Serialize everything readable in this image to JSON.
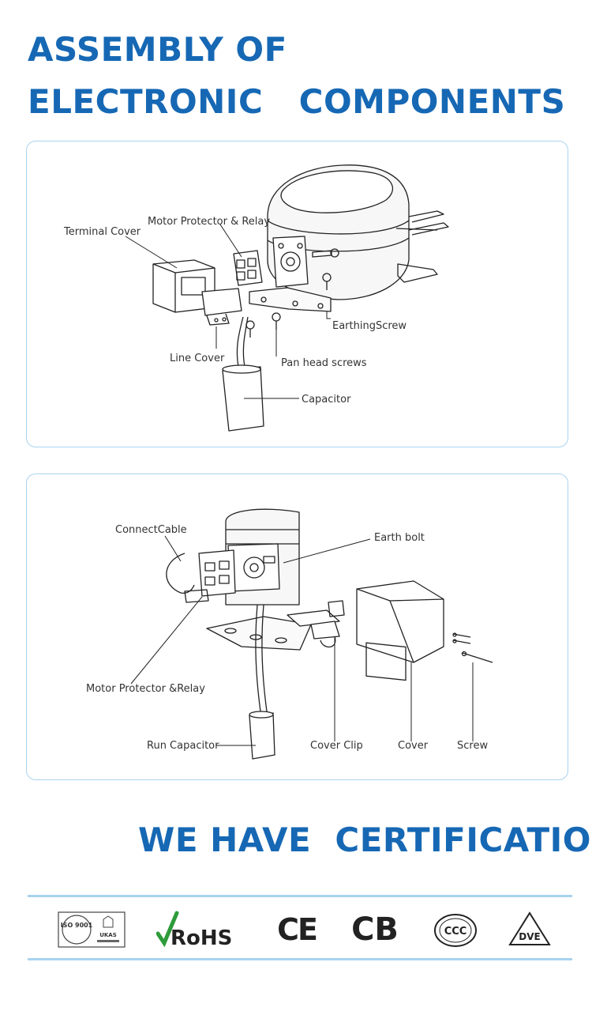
{
  "heading": {
    "line1": "ASSEMBLY OF",
    "line2": "ELECTRONIC   COMPONENTS",
    "certification": "WE HAVE  CERTIFICATION"
  },
  "diagram1": {
    "labels": {
      "terminal_cover": "Terminal Cover",
      "motor_protector_relay": "Motor Protector & Relay",
      "earthing_screw": "EarthingScrew",
      "line_cover": "Line Cover",
      "pan_head_screws": "Pan head screws",
      "capacitor": "Capacitor"
    }
  },
  "diagram2": {
    "labels": {
      "connect_cable": "ConnectCable",
      "earth_bolt": "Earth bolt",
      "motor_protector_relay": "Motor Protector &Relay",
      "run_capacitor": "Run Capacitor",
      "cover_clip": "Cover Clip",
      "cover": "Cover",
      "screw": "Screw"
    }
  },
  "certifications": {
    "iso_text": "ISO 9001",
    "ukas_text": "UKAS",
    "rohs_text": "RoHS",
    "ce_text": "CE",
    "cb_text": "CB",
    "ccc_text": "CCC",
    "vde_text": "DVE"
  },
  "colors": {
    "heading_blue": "#1668b4",
    "panel_border": "#a9d3ef",
    "rohs_green": "#2e9b3a"
  }
}
